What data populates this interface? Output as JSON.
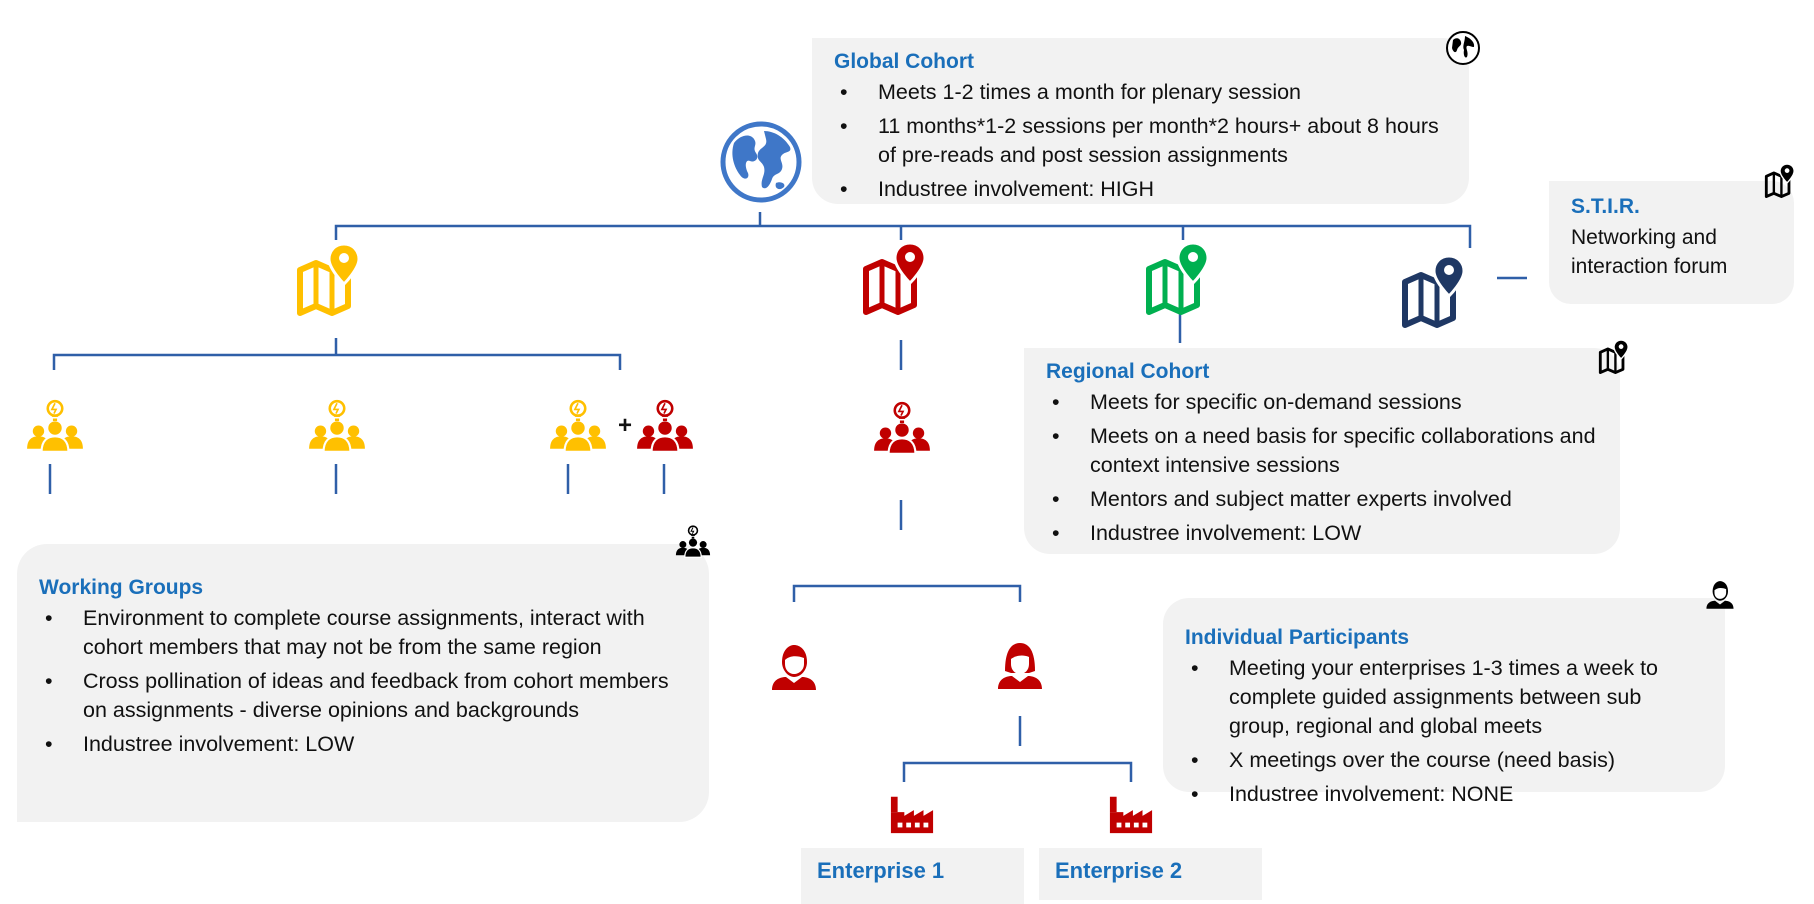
{
  "colors": {
    "connector": "#2f5fa8",
    "title_blue": "#1a6fba",
    "box_bg": "#f2f2f2",
    "yellow": "#ffc000",
    "red": "#c00000",
    "green": "#00b050",
    "navy": "#1f3864",
    "globe_blue": "#3f77c8"
  },
  "global": {
    "title": "Global Cohort",
    "icon": "globe-icon",
    "bullets": [
      "Meets 1-2 times a month for plenary session",
      "11 months*1-2 sessions per month*2 hours+ about 8 hours of pre-reads and post session assignments",
      "Industree involvement: HIGH"
    ]
  },
  "stir": {
    "title": "S.T.I.R.",
    "text": "Networking and interaction forum",
    "icon": "map-pin-icon"
  },
  "regional": {
    "title": "Regional Cohort",
    "icon": "map-pin-icon",
    "bullets": [
      "Meets for specific on-demand sessions",
      "Meets on a need basis for specific collaborations and context intensive sessions",
      "Mentors and subject matter experts involved",
      "Industree involvement: LOW"
    ]
  },
  "working": {
    "title": "Working Groups",
    "icon": "group-idea-icon",
    "bullets": [
      "Environment to complete course assignments, interact with cohort members that may not be from the same region",
      "Cross pollination of ideas and feedback from cohort members on assignments - diverse opinions and backgrounds",
      "Industree involvement: LOW"
    ]
  },
  "individual": {
    "title": "Individual Participants",
    "icon": "person-icon",
    "bullets": [
      "Meeting your enterprises 1-3 times a week to complete guided assignments between sub group, regional and global meets",
      "X meetings over the course (need basis)",
      "Industree involvement: NONE"
    ]
  },
  "plus_sign": "+",
  "enterprises": [
    {
      "label": "Enterprise 1",
      "icon": "factory-icon"
    },
    {
      "label": "Enterprise 2",
      "icon": "factory-icon"
    }
  ]
}
